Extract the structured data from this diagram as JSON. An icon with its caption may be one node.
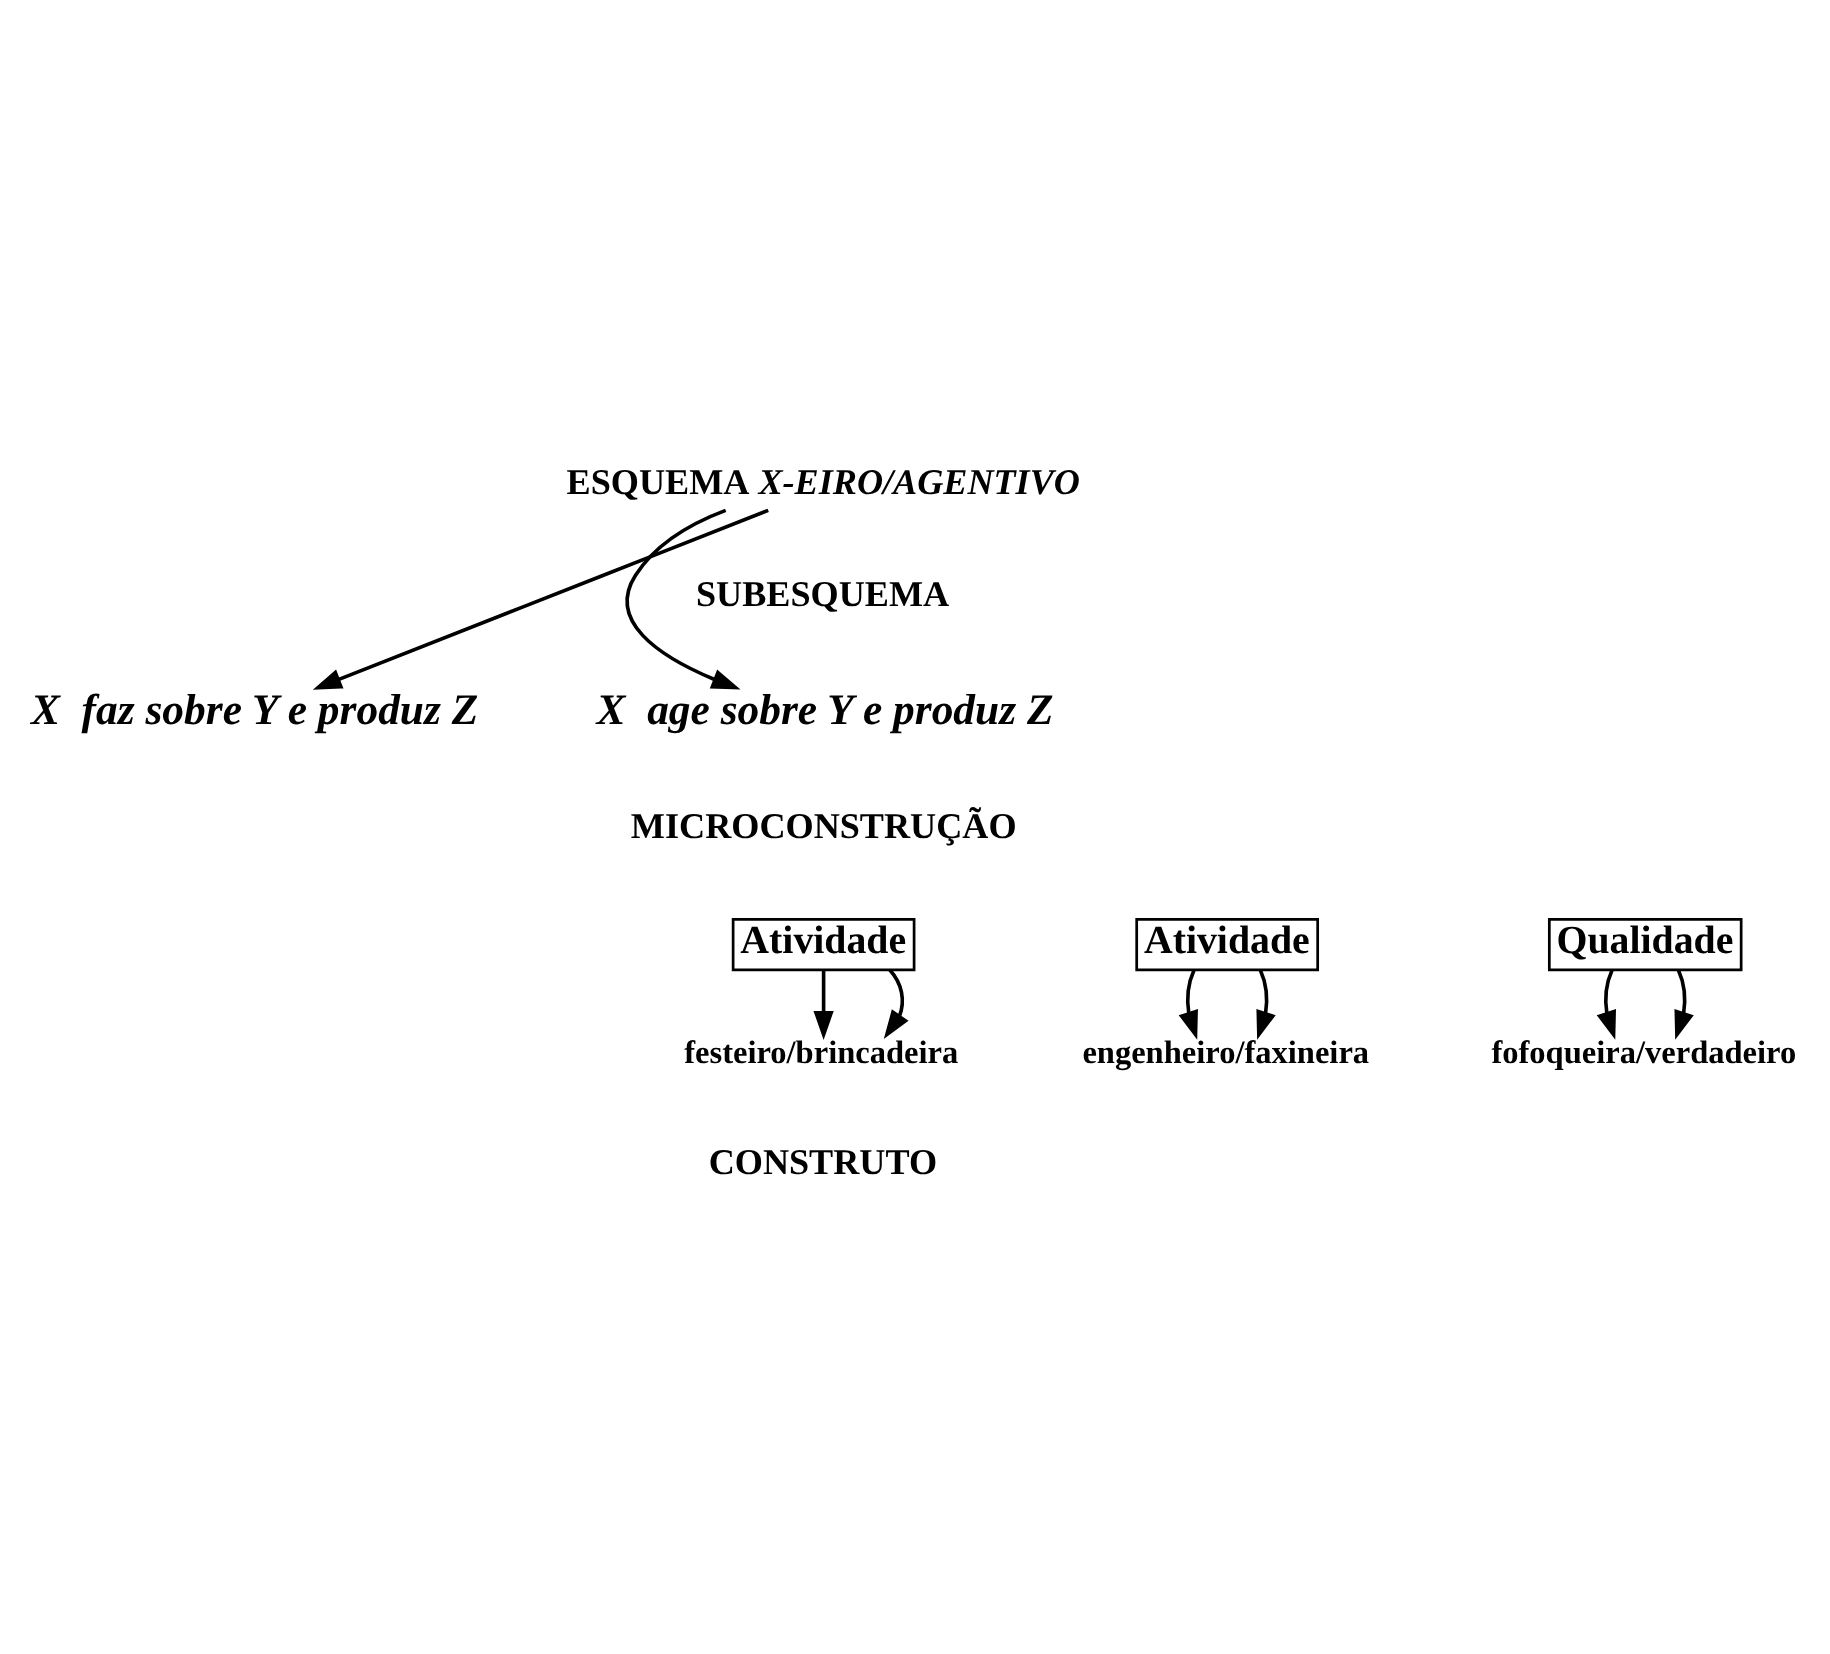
{
  "diagram": {
    "nodes": [
      {
        "text": [
          "ESQUEMA *X-EIRO/AGENTIVO*"
        ]
      },
      {
        "text": [
          "X  faz sobre Y e produz Z"
        ]
      },
      {
        "text": [
          "X  age sobre Y e produz Z"
        ]
      },
      {
        "text": [
          "Atividade"
        ]
      },
      {
        "text": [
          "Atividade"
        ]
      },
      {
        "text": [
          "Qualidade"
        ]
      },
      {
        "text": [
          "engenheiro/faxineira"
        ]
      },
      {
        "text": [
          "festeiro/brincadeira"
        ]
      },
      {
        "text": [
          "fofoqueira/verdadeiro"
        ]
      }
    ],
    "edges": [
      {
        "from": 0,
        "to": 1,
        "arrow": "to"
      },
      {
        "from": 0,
        "to": 2,
        "arrow": "to"
      },
      {
        "from": 3,
        "to": 6,
        "arrow": "to"
      },
      {
        "from": 3,
        "to": 6,
        "arrow": "to"
      },
      {
        "from": 4,
        "to": 7,
        "arrow": "to"
      },
      {
        "from": 4,
        "to": 7,
        "arrow": "to"
      },
      {
        "from": 5,
        "to": 8,
        "arrow": "to"
      },
      {
        "from": 5,
        "to": 8,
        "arrow": "to"
      }
    ],
    "labels": [
      "SUBESQUEMA",
      "MICROCONSTRUÇÃO",
      "CONSTRUTO"
    ]
  }
}
